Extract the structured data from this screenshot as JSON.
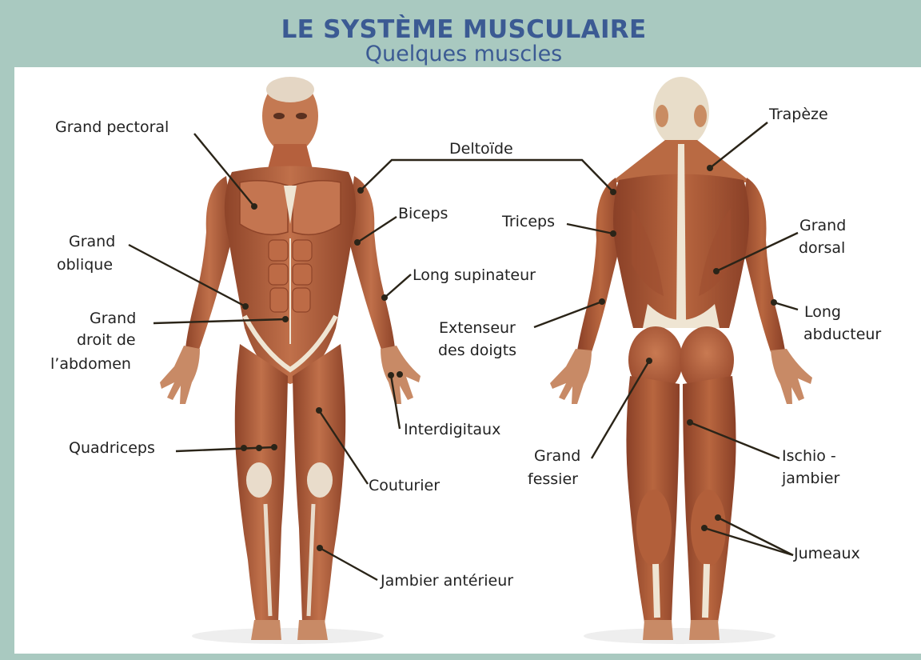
{
  "header": {
    "title": "LE SYSTÈME MUSCULAIRE",
    "subtitle": "Quelques muscles"
  },
  "colors": {
    "frame": "#a9c9c0",
    "title": "#3b5a93",
    "muscle": "#b5603d",
    "muscle_dark": "#8e4429",
    "tendon": "#eee3cf",
    "leader_line": "#2a2418"
  },
  "labels": {
    "grand_pectoral": "Grand pectoral",
    "deltoide": "Deltoïde",
    "trapeze": "Trapèze",
    "biceps": "Biceps",
    "triceps": "Triceps",
    "grand_oblique_1": "Grand",
    "grand_oblique_2": "oblique",
    "grand_dorsal_1": "Grand",
    "grand_dorsal_2": "dorsal",
    "long_supinateur": "Long supinateur",
    "grand_droit_1": "Grand",
    "grand_droit_2": "droit de",
    "grand_droit_3": "l’abdomen",
    "extenseur_1": "Extenseur",
    "extenseur_2": "des doigts",
    "long_abducteur_1": "Long",
    "long_abducteur_2": "abducteur",
    "interdigitaux": "Interdigitaux",
    "quadriceps": "Quadriceps",
    "grand_fessier_1": "Grand",
    "grand_fessier_2": "fessier",
    "ischio_1": "Ischio -",
    "ischio_2": "jambier",
    "couturier": "Couturier",
    "jumeaux": "Jumeaux",
    "jambier_anterieur": "Jambier antérieur"
  }
}
